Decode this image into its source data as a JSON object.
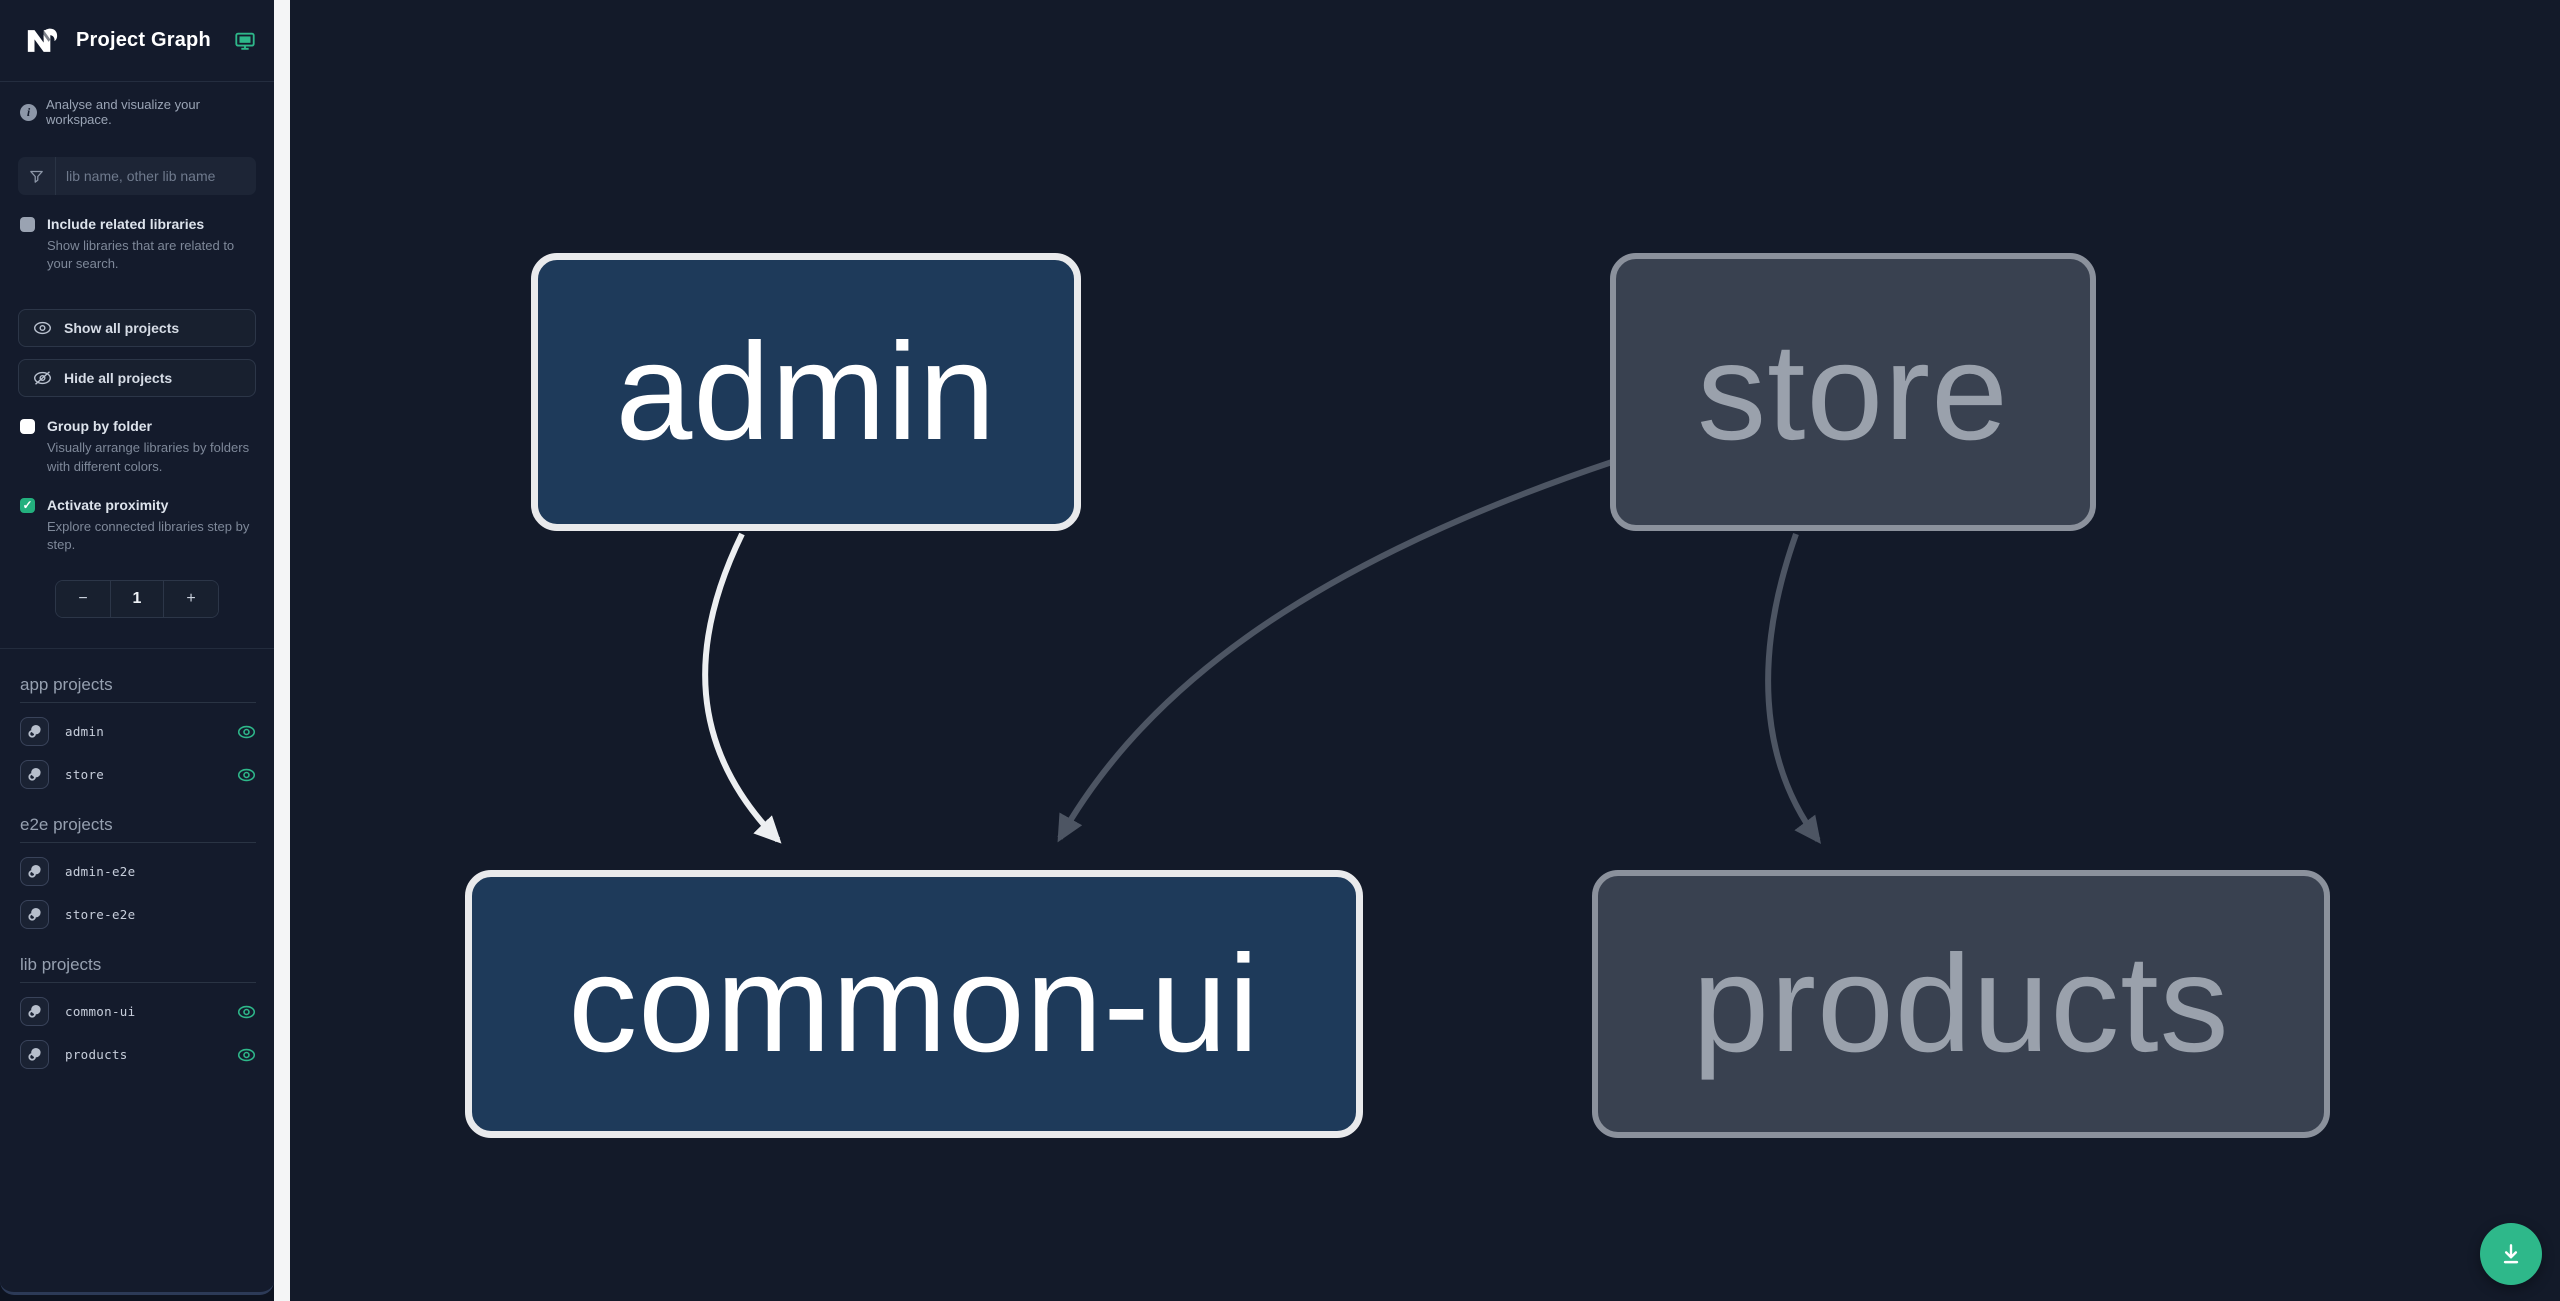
{
  "header": {
    "title": "Project Graph",
    "logo": "nx-logo",
    "env_icon": "monitor-icon"
  },
  "sidebar": {
    "tagline": "Analyse and visualize your workspace.",
    "filter": {
      "placeholder": "lib name, other lib name"
    },
    "checkboxes": [
      {
        "label": "Include related libraries",
        "description": "Show libraries that are related to your search.",
        "checked": false,
        "disabled": true
      },
      {
        "label": "Group by folder",
        "description": "Visually arrange libraries by folders with different colors.",
        "checked": false
      },
      {
        "label": "Activate proximity",
        "description": "Explore connected libraries step by step.",
        "checked": true
      }
    ],
    "buttons": [
      {
        "label": "Show all projects",
        "icon": "eye-icon"
      },
      {
        "label": "Hide all projects",
        "icon": "eye-off-icon"
      }
    ],
    "proximity_stepper": {
      "decrement": "−",
      "value": "1",
      "increment": "+"
    },
    "sections": [
      {
        "title": "app projects",
        "items": [
          {
            "name": "admin",
            "visible_on_graph": true
          },
          {
            "name": "store",
            "visible_on_graph": true
          }
        ]
      },
      {
        "title": "e2e projects",
        "items": [
          {
            "name": "admin-e2e",
            "visible_on_graph": false
          },
          {
            "name": "store-e2e",
            "visible_on_graph": false
          }
        ]
      },
      {
        "title": "lib projects",
        "items": [
          {
            "name": "common-ui",
            "visible_on_graph": true
          },
          {
            "name": "products",
            "visible_on_graph": true
          }
        ]
      }
    ]
  },
  "graph": {
    "nodes": [
      {
        "label": "admin",
        "state": "focused"
      },
      {
        "label": "store",
        "state": "faded"
      },
      {
        "label": "common-ui",
        "state": "focused"
      },
      {
        "label": "products",
        "state": "faded"
      }
    ],
    "edges": [
      {
        "from": "admin",
        "to": "common-ui",
        "style": "highlight"
      },
      {
        "from": "store",
        "to": "common-ui",
        "style": "faded"
      },
      {
        "from": "store",
        "to": "products",
        "style": "faded"
      }
    ]
  },
  "fab": {
    "icon": "download-icon"
  },
  "colors": {
    "accent_teal": "#2eb88a",
    "node_focused_fill": "#1e3a5a",
    "node_focused_border": "#e9eaec",
    "node_faded_fill": "#394150",
    "node_faded_border": "#8b919c",
    "edge_highlight": "#edeff1",
    "edge_faded": "#4d5563",
    "canvas_bg": "#131a29",
    "sidebar_bg": "#141b2c"
  }
}
